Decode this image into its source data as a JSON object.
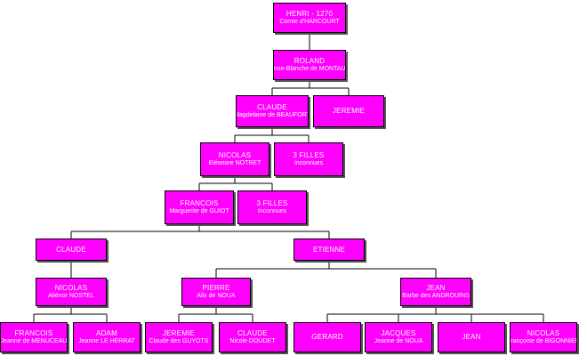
{
  "colors": {
    "box": "#ff00ff",
    "text": "#ffffff",
    "line": "#000000"
  },
  "nodes": {
    "henri": {
      "name": "HENRI - 1270",
      "spouse": "Comte d'HARCOURT"
    },
    "roland": {
      "name": "ROLAND",
      "spouse": "Anne-Blanche de MONTAUT"
    },
    "claude1": {
      "name": "CLAUDE",
      "spouse": "Magdelaine de BEAUFORT"
    },
    "jeremie1": {
      "name": "JEREMIE",
      "spouse": ""
    },
    "nicolas1": {
      "name": "NICOLAS",
      "spouse": "Eléonore NOTRET"
    },
    "filles1": {
      "name": "3 FILLES",
      "spouse": "Inconnues"
    },
    "francois1": {
      "name": "FRANCOIS",
      "spouse": "Marguerite de GUIOT"
    },
    "filles2": {
      "name": "3 FILLES",
      "spouse": "Inconnues"
    },
    "claude2": {
      "name": "CLAUDE",
      "spouse": ""
    },
    "etienne": {
      "name": "ETIENNE",
      "spouse": ""
    },
    "nicolas2": {
      "name": "NICOLAS",
      "spouse": "Aliénor NOSTEL"
    },
    "pierre": {
      "name": "PIERRE",
      "spouse": "Alix de NOUA"
    },
    "jean1": {
      "name": "JEAN",
      "spouse": "Barbe des ANDROUINS"
    },
    "francois2": {
      "name": "FRANCOIS",
      "spouse": "Jeanne de MENUCEAU"
    },
    "adam": {
      "name": "ADAM",
      "spouse": "Jeanne LE HERRAT"
    },
    "jeremie2": {
      "name": "JEREMIE",
      "spouse": "Claude des GUYOTS"
    },
    "claude3": {
      "name": "CLAUDE",
      "spouse": "Nicole DOUDET"
    },
    "gerard": {
      "name": "GERARD",
      "spouse": ""
    },
    "jacques": {
      "name": "JACQUES",
      "spouse": "Jeanne de NOUA"
    },
    "jean2": {
      "name": "JEAN",
      "spouse": ""
    },
    "nicolas3": {
      "name": "NICOLAS",
      "spouse": "Françoise de BIGONNIER"
    }
  }
}
